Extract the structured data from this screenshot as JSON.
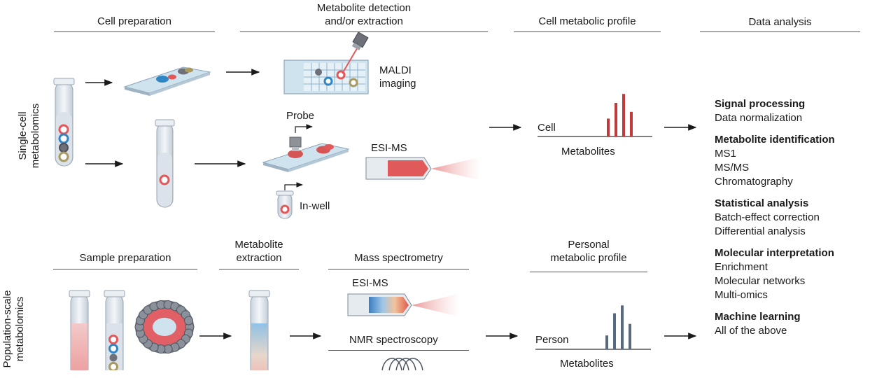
{
  "section_labels": {
    "single_cell": [
      "Single-cell",
      "metabolomics"
    ],
    "population": [
      "Population-scale",
      "metabolomics"
    ]
  },
  "top_headers": {
    "cell_preparation": "Cell preparation",
    "metabolite_detection": [
      "Metabolite detection",
      "and/or extraction"
    ],
    "cell_metabolic_profile": "Cell metabolic profile",
    "data_analysis": "Data analysis"
  },
  "bottom_headers": {
    "sample_preparation": "Sample preparation",
    "metabolite_extraction": [
      "Metabolite",
      "extraction"
    ],
    "mass_spectrometry": "Mass spectrometry",
    "personal_profile": [
      "Personal",
      "metabolic profile"
    ]
  },
  "labels": {
    "maldi": [
      "MALDI",
      "imaging"
    ],
    "probe": "Probe",
    "esi_ms_top": "ESI-MS",
    "in_well": "In-well",
    "cell": "Cell",
    "metabolites_top": "Metabolites",
    "esi_ms_bottom": "ESI-MS",
    "nmr": "NMR spectroscopy",
    "person": "Person",
    "metabolites_bottom": "Metabolites"
  },
  "analysis": [
    {
      "title": "Signal processing",
      "items": [
        "Data normalization"
      ]
    },
    {
      "title": "Metabolite identification",
      "items": [
        "MS1",
        "MS/MS",
        "Chromatography"
      ]
    },
    {
      "title": "Statistical analysis",
      "items": [
        "Batch-effect correction",
        "Differential analysis"
      ]
    },
    {
      "title": "Molecular interpretation",
      "items": [
        "Enrichment",
        "Molecular networks",
        "Multi-omics"
      ]
    },
    {
      "title": "Machine learning",
      "items": [
        "All of the above"
      ]
    }
  ],
  "colors": {
    "red_bar": "#c0393b",
    "slate_bar": "#586a80",
    "cell_red": "#e2585a",
    "cell_blue": "#2f86c5",
    "cell_grey": "#6d7078",
    "cell_olive": "#a89a5e",
    "tube_fill": "#dfe6ee",
    "rule": "#555555"
  },
  "profiles": {
    "cell_peaks": [
      0.4,
      0.75,
      0.95,
      0.55
    ],
    "person_peaks": [
      0.3,
      0.78,
      0.95,
      0.55
    ]
  }
}
